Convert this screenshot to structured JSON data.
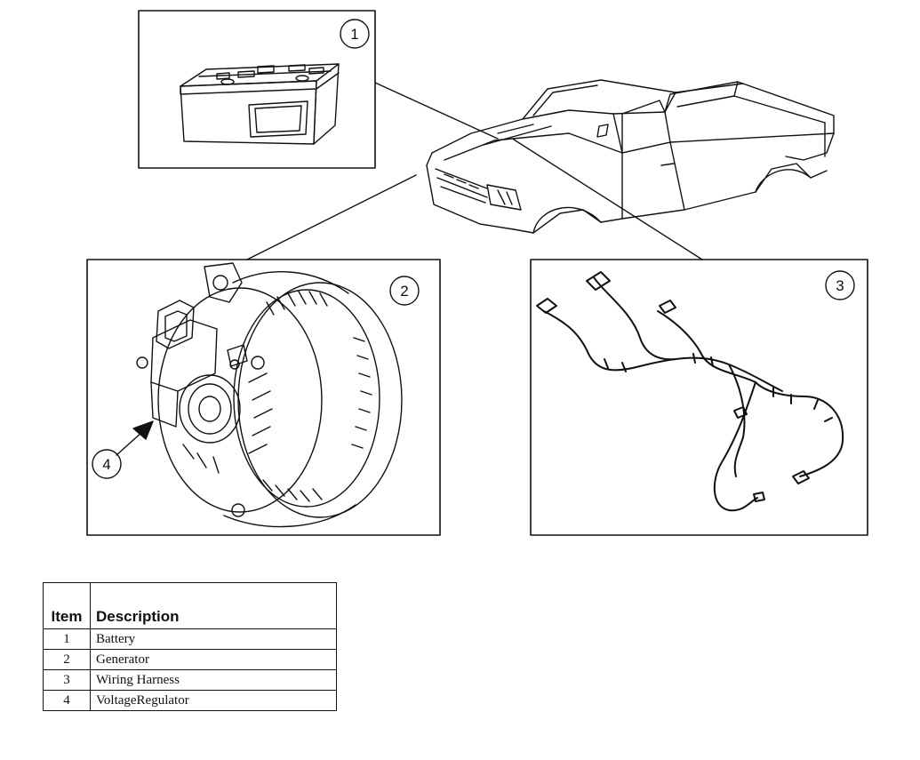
{
  "callouts": {
    "battery": "1",
    "generator": "2",
    "harness": "3",
    "regulator": "4"
  },
  "legend": {
    "headers": {
      "item": "Item",
      "description": "Description"
    },
    "rows": [
      {
        "item": "1",
        "description": "Battery"
      },
      {
        "item": "2",
        "description": "Generator"
      },
      {
        "item": "3",
        "description": "Wiring Harness"
      },
      {
        "item": "4",
        "description": "VoltageRegulator"
      }
    ]
  }
}
